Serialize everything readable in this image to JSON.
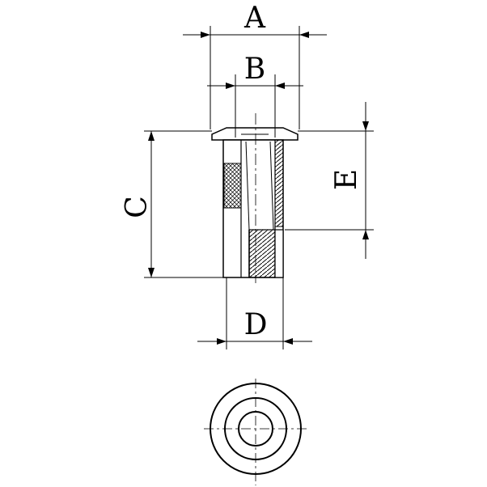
{
  "dimensions": {
    "a": "A",
    "b": "B",
    "c": "C",
    "d": "D",
    "e": "E"
  },
  "colors": {
    "stroke": "#000000",
    "background": "#ffffff"
  }
}
